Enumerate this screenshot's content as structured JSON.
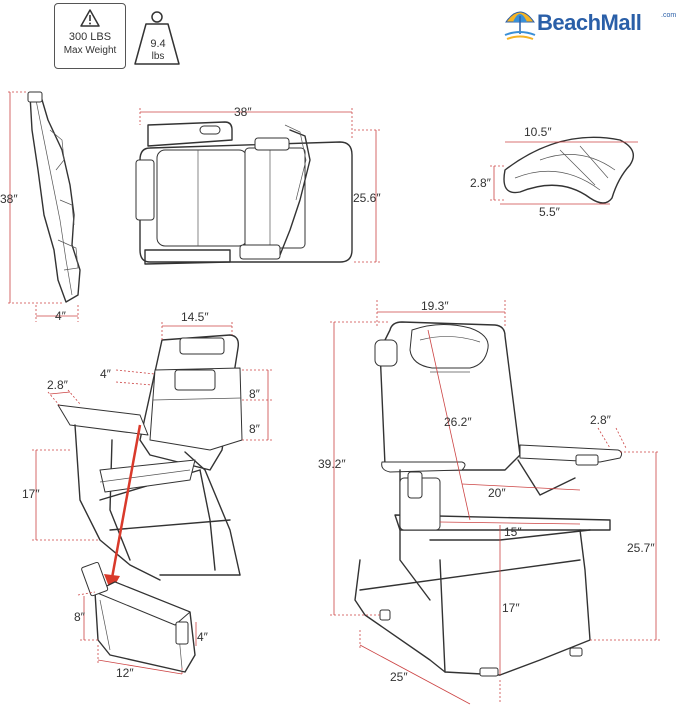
{
  "badges": {
    "weight_capacity": {
      "line1": "300 LBS",
      "line2": "Max Weight",
      "icon": "warning-triangle-icon"
    },
    "chair_weight": {
      "line1": "9.4",
      "line2": "lbs",
      "icon": "weight-kettlebell-icon"
    }
  },
  "logo": {
    "name": "BeachMall",
    "suffix": ".com",
    "icon": "beach-umbrella-icon"
  },
  "dimensions": {
    "folded_height": "38″",
    "folded_depth": "4″",
    "flat_length": "38″",
    "flat_width": "25.6″",
    "pillow_length": "10.5″",
    "pillow_height": "2.8″",
    "pillow_width": "5.5″",
    "back_width": "14.5″",
    "back_pocket_depth": "4″",
    "armrest_width_left": "2.8″",
    "back_pocket_height_1": "8″",
    "back_pocket_height_2": "8″",
    "seat_height_side": "17″",
    "cooler_height": "8″",
    "cooler_depth": "4″",
    "cooler_length": "12″",
    "top_width": "19.3″",
    "backrest_height": "26.2″",
    "armrest_width_right": "2.8″",
    "total_height": "39.2″",
    "arm_span": "20″",
    "seat_width": "15″",
    "arm_height": "25.7″",
    "seat_height_front": "17″",
    "depth": "25″"
  },
  "colors": {
    "dimension_line": "#cc4444",
    "logo_blue": "#2a5fa8",
    "arrow": "#d93a2b"
  }
}
